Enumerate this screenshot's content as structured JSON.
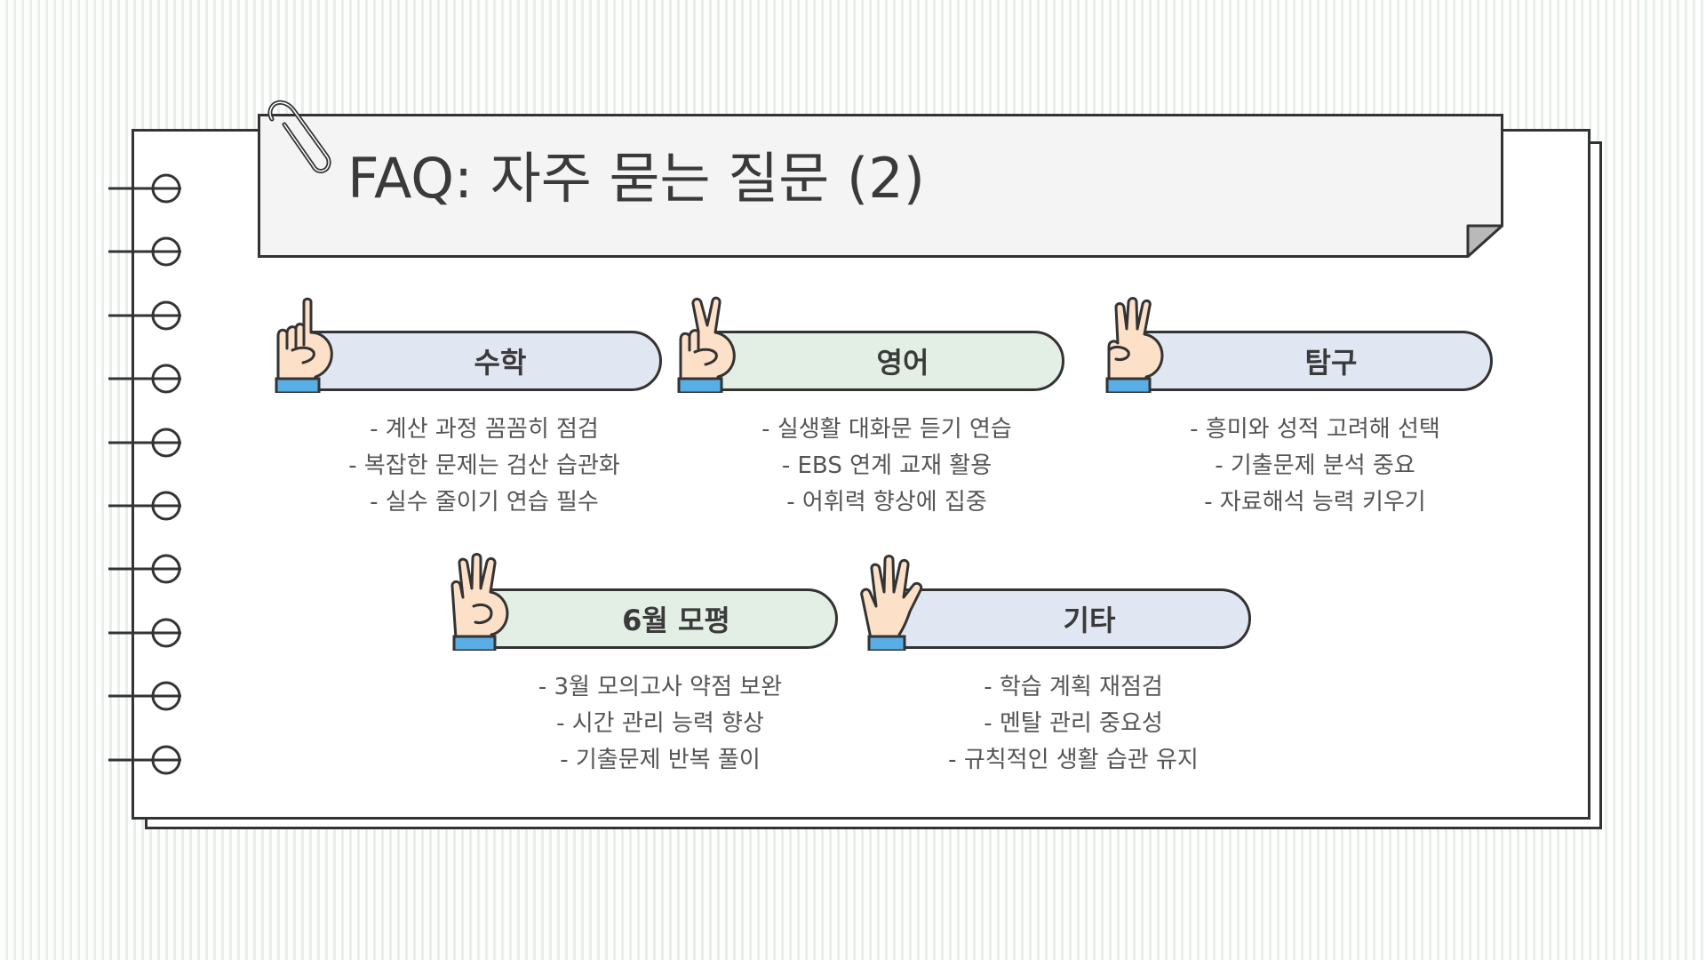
{
  "slide": {
    "title": "FAQ: 자주 묻는 질문 (2)"
  },
  "colors": {
    "outline": "#333333",
    "paper": "#ffffff",
    "title_banner": "#f4f4f4",
    "page_fold": "#b9b9b9",
    "pill_blue": "#e1e6f3",
    "pill_green": "#e3efe4",
    "skin": "#fde0c8",
    "cuff": "#5aaee6",
    "text": "#555555"
  },
  "faq": [
    {
      "heading": "수학",
      "icon": "one-finger-hand-icon",
      "items": [
        "- 계산 과정 꼼꼼히 점검",
        "- 복잡한 문제는 검산 습관화",
        "- 실수 줄이기 연습 필수"
      ]
    },
    {
      "heading": "영어",
      "icon": "two-finger-hand-icon",
      "items": [
        "- 실생활 대화문 듣기 연습",
        "- EBS 연계 교재 활용",
        "- 어휘력 향상에 집중"
      ]
    },
    {
      "heading": "탐구",
      "icon": "three-finger-hand-icon",
      "items": [
        "- 흥미와 성적 고려해 선택",
        "- 기출문제 분석 중요",
        "- 자료해석 능력 키우기"
      ]
    },
    {
      "heading": "6월 모평",
      "icon": "four-finger-hand-icon",
      "items": [
        "- 3월 모의고사 약점 보완",
        "- 시간 관리 능력 향상",
        "- 기출문제 반복 풀이"
      ]
    },
    {
      "heading": "기타",
      "icon": "five-finger-hand-icon",
      "items": [
        "- 학습 계획 재점검",
        "- 멘탈 관리 중요성",
        "- 규칙적인 생활 습관 유지"
      ]
    }
  ]
}
